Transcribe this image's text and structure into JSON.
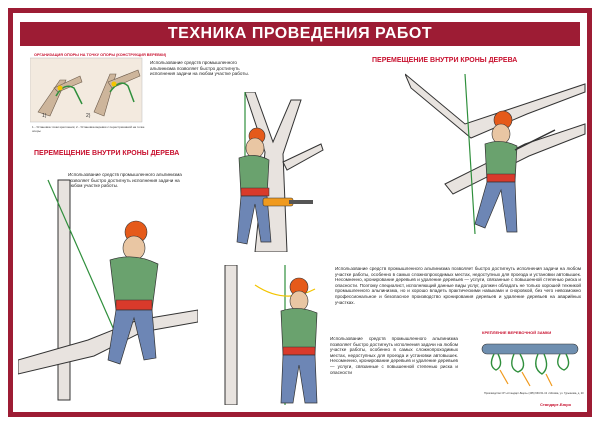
{
  "title": "ТЕХНИКА ПРОВЕДЕНИЯ РАБОТ",
  "diagram_box": {
    "title": "ОРГАНИЗАЦИЯ ОПОРЫ НА ТОЧКУ ОПОРЫ (КОНСТРУКЦИЯ ВЕРЕВКИ)",
    "labels": [
      "1)",
      "2)"
    ],
    "footnote": "1 - Установка точки крепления; 2 - Установка веревки с перестраховкой на точке опоры"
  },
  "caption_1": "Использование средств промышленного альпинизма позволяет быстро достигнуть исполнения задачи на любом участке работы.",
  "heading_left": "ПЕРЕМЕЩЕНИЕ ВНУТРИ КРОНЫ ДЕРЕВА",
  "caption_2": "Использование средств промышленного альпинизма позволяет быстро достигнуть исполнения задачи на любом участке работы.",
  "heading_right": "ПЕРЕМЕЩЕНИЕ ВНУТРИ КРОНЫ ДЕРЕВА",
  "caption_long": "Использование средств промышленного альпинизма позволяет быстро достигнуть исполнения задачи на любом участке работы, особенно в самых сложнопроходимых местах, недоступных для проезда и установки автовышек. Несомненно, кронирование деревьев и удаление деревьев — услуги, связанные с повышенной степенью риска и опасности. Поэтому специалист, исполняющий данные виды услуг, должен обладать не только хорошей техникой промышленного альпинизма, но и хорошо владеть практическими навыками и сноровкой, без чего невозможно профессиональное и безопасное производство кронирования деревьев и удаление деревьев на аварийных участках.",
  "caption_bottom": "Использование средств промышленного альпинизма позволяет быстро достигнуть исполнения задачи на любом участке работы, особенно в самых сложнопроходимых местах, недоступных для проезда и установки автовышек. Несомненно, кронирование деревьев и удаление деревьев — услуги, связанные с повышенной степенью риска и опасности",
  "knots_title": "КРЕПЛЕНИЕ ВЕРЕВОЧНОЙ ЗАМКИ",
  "footer_text": "Производство СП «Стандарт-Бюро» (495) 660-51-13 • Москва, ул. Гурьянова, д. 20",
  "footer_logo": "Стандарт-Бюро",
  "colors": {
    "accent": "#9d1c34",
    "heading": "#c8102e",
    "shirt": "#6aa26e",
    "jeans": "#6d86b5",
    "helmet": "#e55a1a",
    "rope": "#2f8f3c"
  }
}
